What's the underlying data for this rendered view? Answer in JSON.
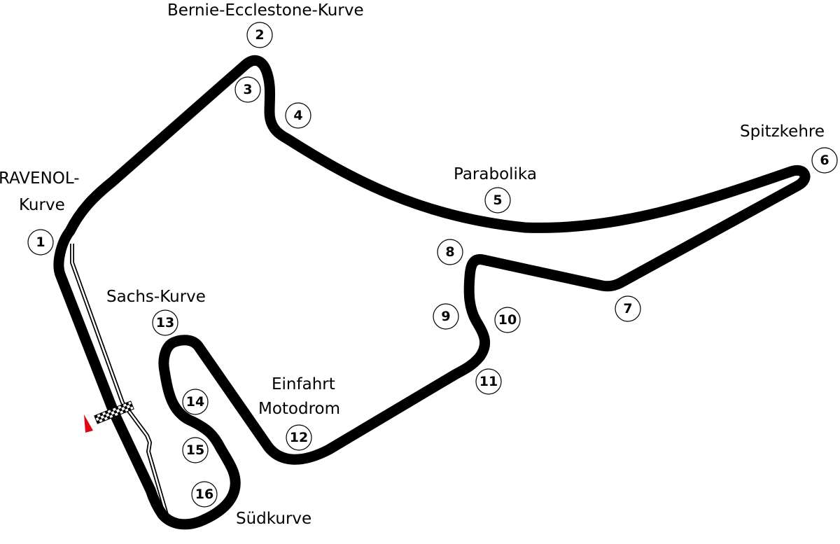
{
  "corner_names": {
    "t1": [
      "RAVENOL-",
      "Kurve"
    ],
    "t2": "Bernie-Ecclestone-Kurve",
    "t5": "Parabolika",
    "t6": "Spitzkehre",
    "t12": [
      "Einfahrt",
      "Motodrom"
    ],
    "t13": "Sachs-Kurve",
    "t16": "Südkurve"
  },
  "corner_numbers": [
    "1",
    "2",
    "3",
    "4",
    "5",
    "6",
    "7",
    "8",
    "9",
    "10",
    "11",
    "12",
    "13",
    "14",
    "15",
    "16"
  ],
  "colors": {
    "track": "#000000",
    "direction_marker": "#e30613"
  }
}
